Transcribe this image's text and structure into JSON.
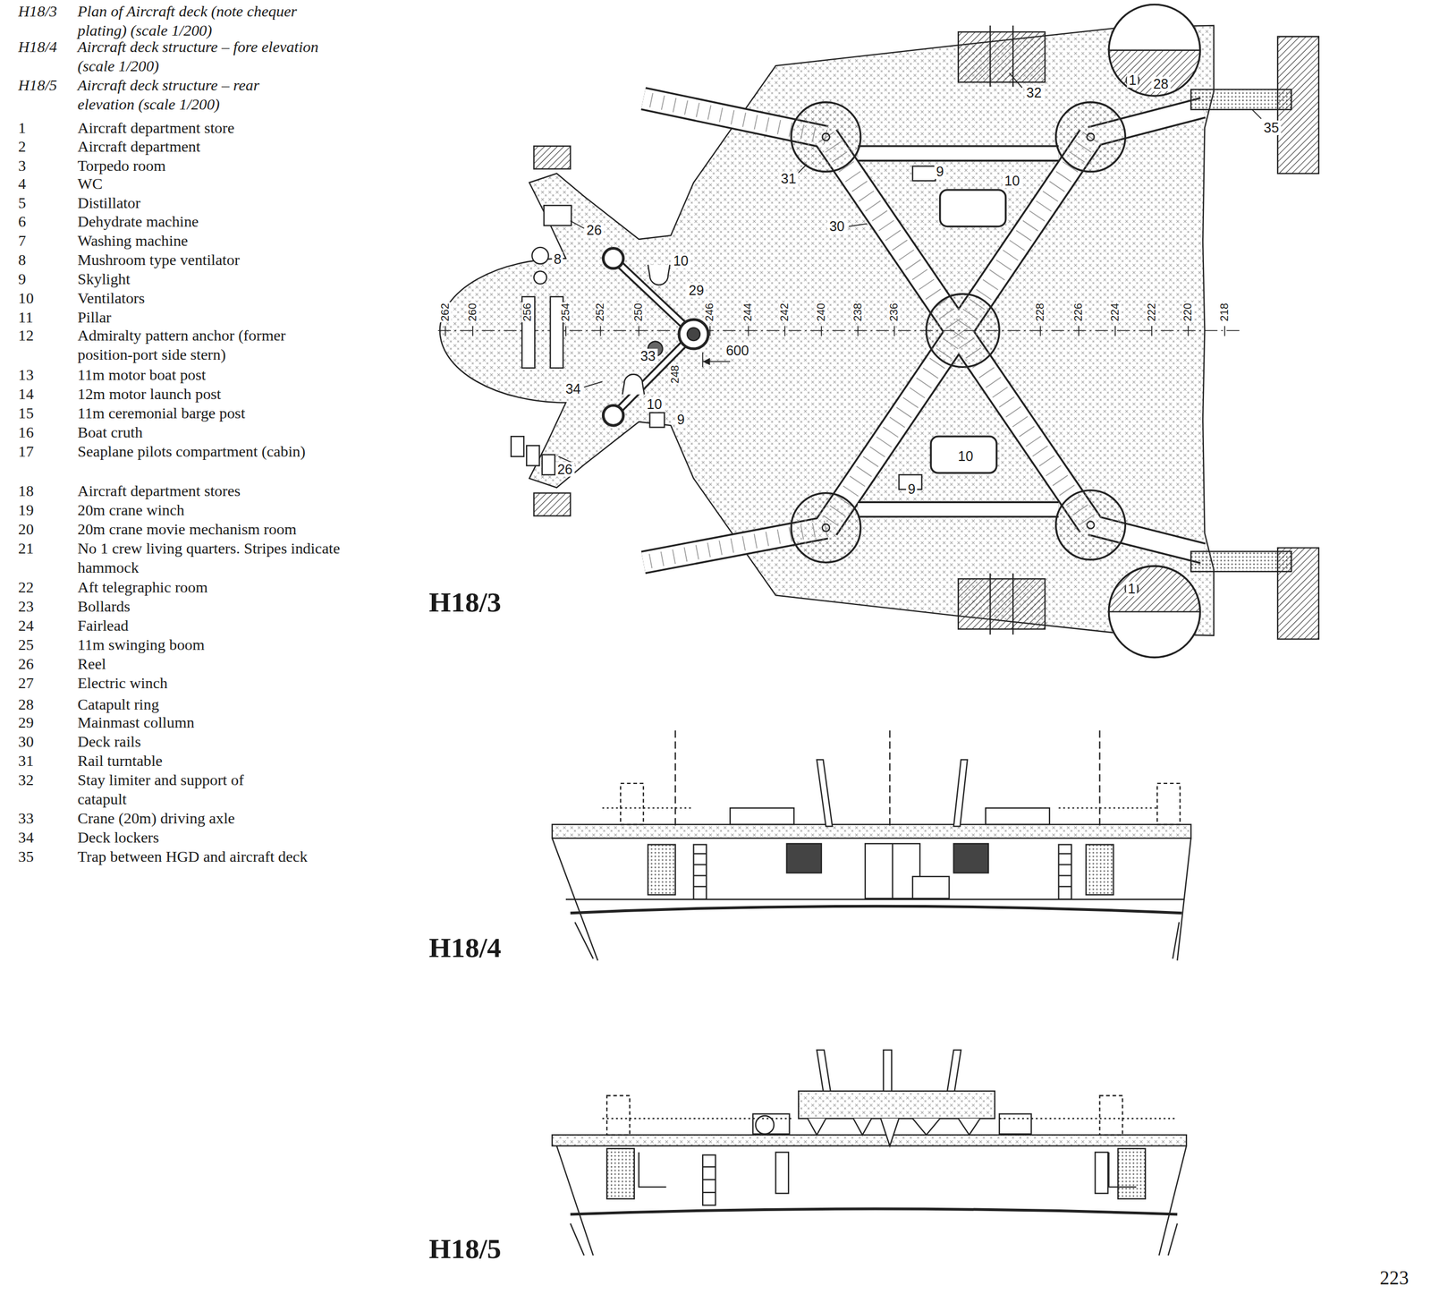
{
  "diagram": {
    "labels": [
      "H18/3",
      "Plan of Aircraft deck (note chequer plating) (scale 1/200)",
      "H18/4",
      "Aircraft deck structure – fore elevation (scale 1/200)",
      "H18/5",
      "Aircraft deck structure – rear elevation (scale 1/200)",
      "1",
      "Aircraft department store",
      "2",
      "Aircraft department",
      "3",
      "Torpedo room",
      "4",
      "WC",
      "5",
      "Distillator",
      "6",
      "Dehydrate machine",
      "7",
      "Washing machine",
      "8",
      "Mushroom type ventilator",
      "9",
      "Skylight",
      "10",
      "Ventilators",
      "11",
      "Pillar",
      "12",
      "Admiralty pattern anchor (former position-port side stern)",
      "13",
      "11m motor boat post",
      "14",
      "12m motor launch post",
      "15",
      "11m ceremonial barge post",
      "16",
      "Boat cruth",
      "17",
      "Seaplane pilots compartment (cabin)",
      "18",
      "Aircraft department stores",
      "19",
      "20m crane winch",
      "20",
      "20m crane movie mechanism room",
      "21",
      "No 1 crew living quarters. Stripes indicate hammock",
      "22",
      "Aft telegraphic room",
      "23",
      "Bollards",
      "24",
      "Fairlead",
      "25",
      "11m swinging boom",
      "26",
      "Reel",
      "27",
      "Electric winch",
      "28",
      "Catapult ring",
      "29",
      "Mainmast collumn",
      "30",
      "Deck rails",
      "31",
      "Rail turntable",
      "32",
      "Stay limiter and support of catapult",
      "33",
      "Crane (20m) driving axle",
      "34",
      "Deck lockers",
      "35",
      "Trap between HGD and aircraft deck",
      "32",
      "28",
      "35",
      "31",
      "9",
      "10",
      "30",
      "26",
      "8",
      "10",
      "29",
      "33",
      "10",
      "34",
      "26",
      "9",
      "10",
      "9",
      "1",
      "1",
      "262",
      "260",
      "256",
      "254",
      "252",
      "250",
      "246",
      "244",
      "242",
      "240",
      "238",
      "236",
      "228",
      "226",
      "224",
      "222",
      "220",
      "218",
      "248",
      "600",
      "H18/3",
      "H18/4",
      "H18/5",
      "223"
    ]
  }
}
